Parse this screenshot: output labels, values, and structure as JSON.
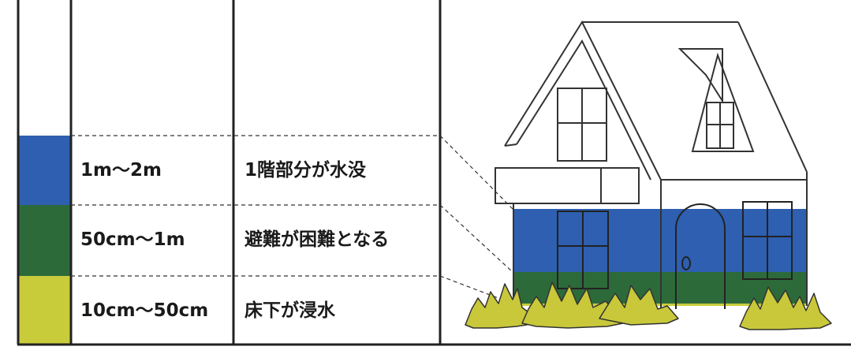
{
  "colors": {
    "band_high": "#2e5fb0",
    "band_mid": "#2d6a3a",
    "band_low": "#c9cc3a",
    "grass": "#c9c83a",
    "line": "#222222"
  },
  "rows": [
    {
      "depth": "1m～2m",
      "effect": "1階部分が水没",
      "color_key": "band_high"
    },
    {
      "depth": "50cm～1m",
      "effect": "避難が困難となる",
      "color_key": "band_mid"
    },
    {
      "depth": "10cm～50cm",
      "effect": "床下が浸水",
      "color_key": "band_low"
    }
  ]
}
